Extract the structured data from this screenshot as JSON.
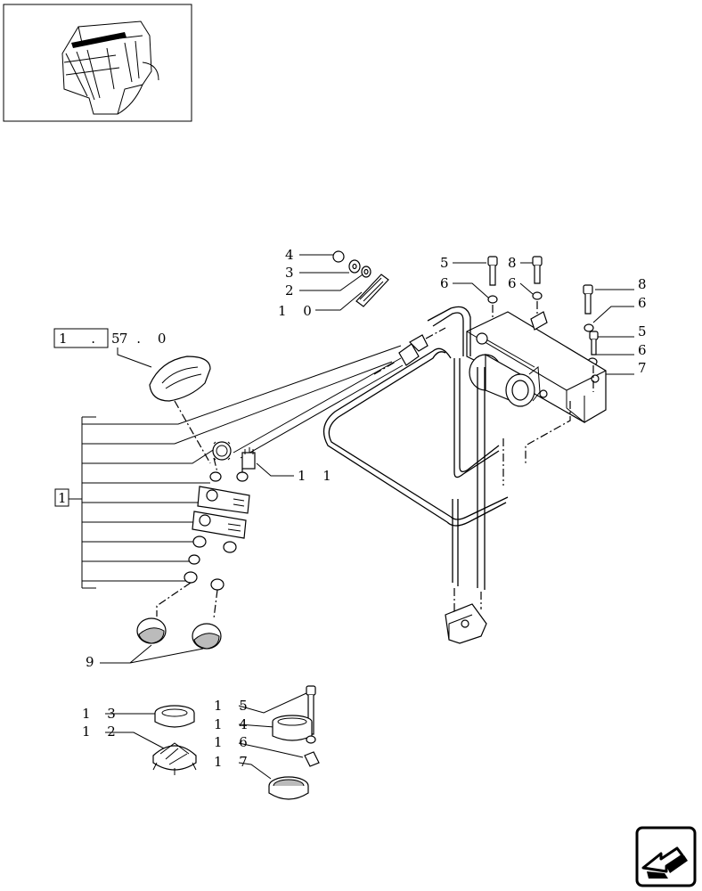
{
  "callouts": {
    "c1": "4",
    "c2": "3",
    "c3": "2",
    "c4": "1 0",
    "c5": "5",
    "c6": "8",
    "c7": "6",
    "c8": "6",
    "c9": "8",
    "c10": "6",
    "c11": "5",
    "c12": "6",
    "c13": "7",
    "c14": "1 1",
    "c15": "9",
    "c16": "1 3",
    "c17": "1 2",
    "c18": "1 5",
    "c19": "1 4",
    "c20": "1 6",
    "c21": "1 7"
  },
  "refbox": {
    "part_a": "1 . 7",
    "part_b": "5 . 0"
  },
  "kit_box": "1",
  "colors": {
    "line": "#000000",
    "accent": "#000000",
    "background": "#ffffff"
  },
  "icons": {
    "nav": "arrow-back-icon",
    "thumbnail": "tractor-cab-icon"
  }
}
